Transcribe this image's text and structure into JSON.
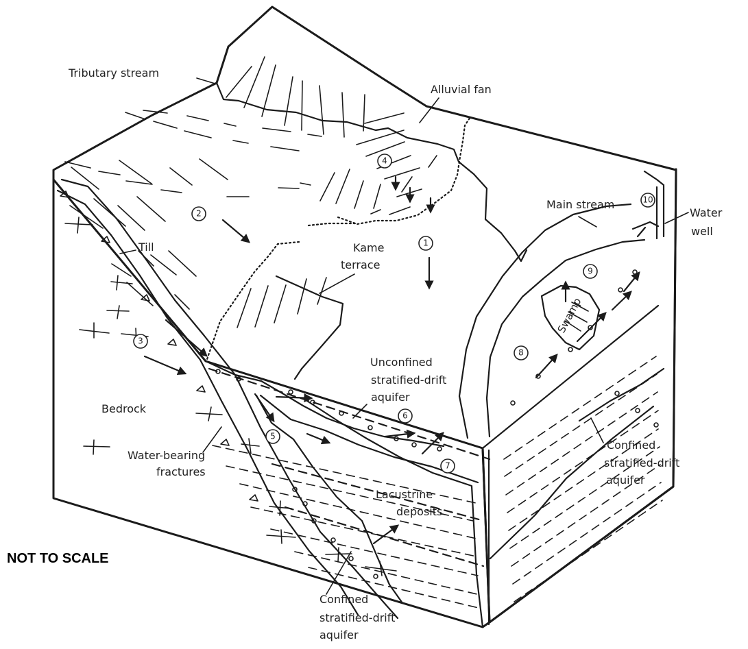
{
  "labels": {
    "tributary_stream": "Tributary stream",
    "alluvial_fan": "Alluvial fan",
    "main_stream": "Main stream",
    "water_well": [
      "Water",
      "well"
    ],
    "till": "Till",
    "kame_terrace": [
      "Kame",
      "terrace"
    ],
    "unconfined_aquifer": [
      "Unconfined",
      "stratified-drift",
      "aquifer"
    ],
    "bedrock": "Bedrock",
    "water_bearing_fractures": [
      "Water-bearing",
      "fractures"
    ],
    "lacustrine_deposits": [
      "Lacustrine",
      "deposits"
    ],
    "confined_aquifer_right": [
      "Confined",
      "stratified-drift",
      "aquifer"
    ],
    "confined_aquifer_bottom": [
      "Confined",
      "stratified-drift",
      "aquifer"
    ],
    "swamp": "Swamp",
    "scale_note": "NOT TO SCALE"
  },
  "flow_markers": [
    "1",
    "2",
    "3",
    "4",
    "5",
    "6",
    "7",
    "8",
    "9",
    "10"
  ]
}
